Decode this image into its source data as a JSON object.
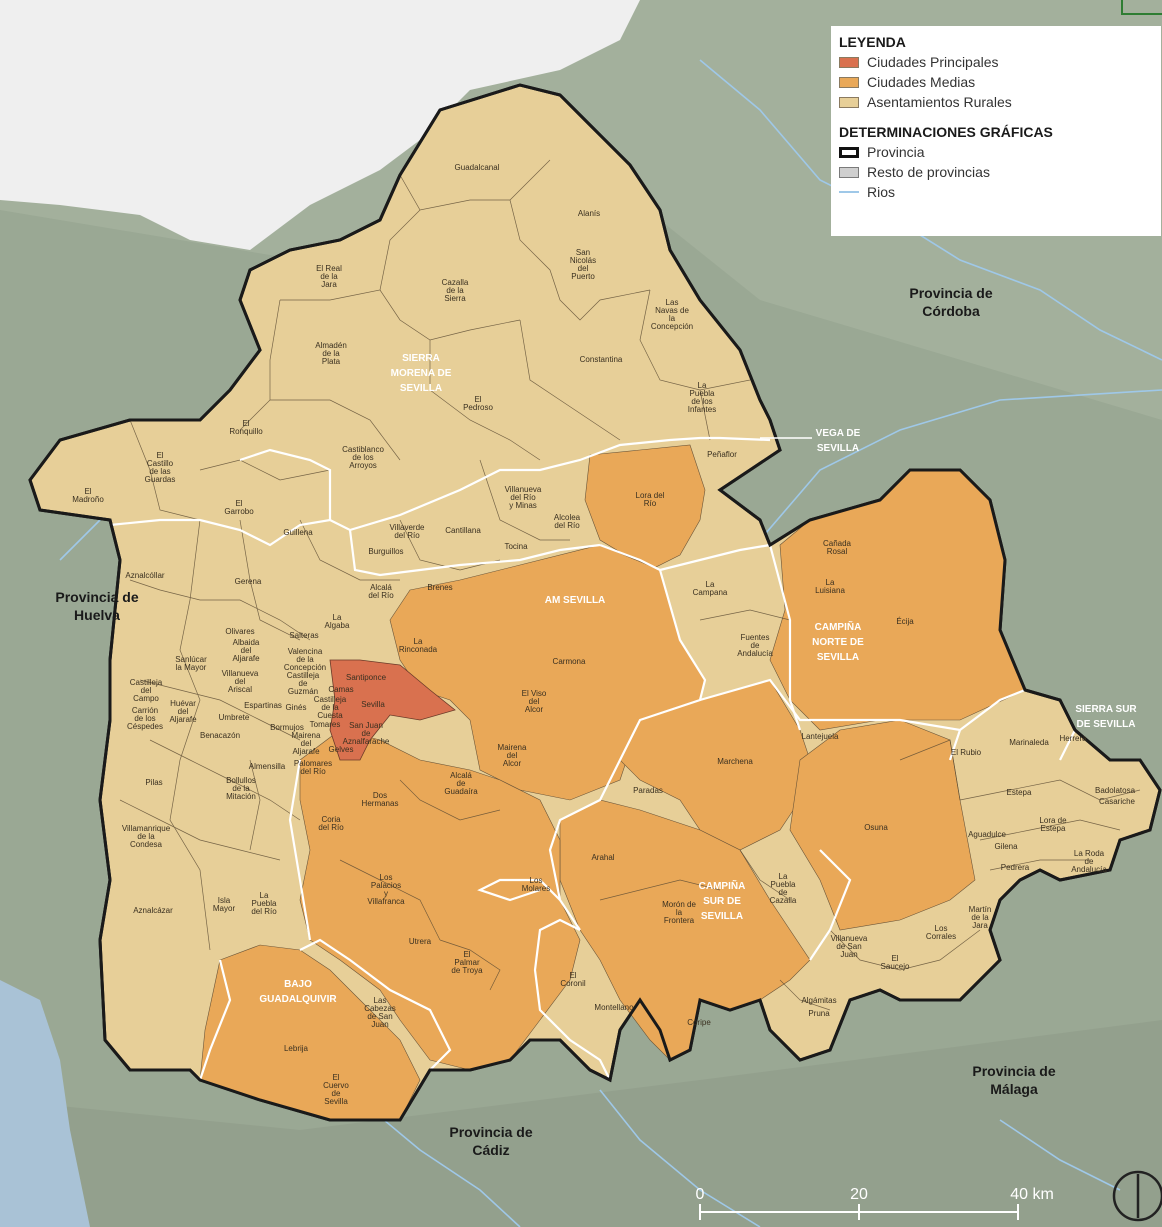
{
  "legend": {
    "title": "LEYENDA",
    "items": [
      {
        "label": "Ciudades Principales",
        "color": "#d9714f"
      },
      {
        "label": "Ciudades Medias",
        "color": "#e9a858"
      },
      {
        "label": "Asentamientos Rurales",
        "color": "#e7cf98"
      }
    ],
    "graphics_title": "DETERMINACIONES GRÁFICAS",
    "graphics": [
      {
        "label": "Provincia"
      },
      {
        "label": "Resto de provincias"
      },
      {
        "label": "Rios"
      }
    ]
  },
  "provinces": {
    "huelva": [
      "Provincia de",
      "Huelva"
    ],
    "cordoba": [
      "Provincia de",
      "Córdoba"
    ],
    "cadiz": [
      "Provincia de",
      "Cádiz"
    ],
    "malaga": [
      "Provincia de",
      "Málaga"
    ]
  },
  "regions": {
    "sierra_morena": [
      "SIERRA",
      "MORENA DE",
      "SEVILLA"
    ],
    "vega": [
      "VEGA DE",
      "SEVILLA"
    ],
    "am_sevilla": "AM SEVILLA",
    "campina_norte": [
      "CAMPIÑA",
      "NORTE DE",
      "SEVILLA"
    ],
    "sierra_sur": [
      "SIERRA SUR",
      "DE SEVILLA"
    ],
    "campina_sur": [
      "CAMPIÑA",
      "SUR DE",
      "SEVILLA"
    ],
    "bajo_guadalquivir": [
      "BAJO",
      "GUADALQUIVIR"
    ]
  },
  "towns": {
    "guadalcanal": "Guadalcanal",
    "alanis": "Alanís",
    "san_nicolas": [
      "San",
      "Nicolás",
      "del",
      "Puerto"
    ],
    "el_real": [
      "El Real",
      "de la",
      "Jara"
    ],
    "cazalla": [
      "Cazalla",
      "de la",
      "Sierra"
    ],
    "navas": [
      "Las",
      "Navas de",
      "la",
      "Concepción"
    ],
    "almaden": [
      "Almadén",
      "de la",
      "Plata"
    ],
    "constantina": "Constantina",
    "el_pedroso": [
      "El",
      "Pedroso"
    ],
    "puebla_infantes": [
      "La",
      "Puebla",
      "de los",
      "Infantes"
    ],
    "ronquillo": [
      "El",
      "Ronquillo"
    ],
    "castillo_guardas": [
      "El",
      "Castillo",
      "de las",
      "Guardas"
    ],
    "castiblanco": [
      "Castiblanco",
      "de los",
      "Arroyos"
    ],
    "penaflor": "Peñaflor",
    "madrono": [
      "El",
      "Madroño"
    ],
    "garrobo": [
      "El",
      "Garrobo"
    ],
    "villanueva_rio": [
      "Villanueva",
      "del Río",
      "y Minas"
    ],
    "lora_rio": [
      "Lora del",
      "Río"
    ],
    "guillena": "Guillena",
    "villaverde": [
      "Villaverde",
      "del Río"
    ],
    "cantillana": "Cantillana",
    "alcolea": [
      "Alcolea",
      "del Río"
    ],
    "burguillos": "Burguillos",
    "tocina": "Tocina",
    "canada_rosal": [
      "Cañada",
      "Rosal"
    ],
    "aznalcollar": "Aznalcóllar",
    "gerena": "Gerena",
    "alcala_rio": [
      "Alcalá",
      "del Río"
    ],
    "brenes": "Brenes",
    "la_campana": [
      "La",
      "Campana"
    ],
    "la_luisiana": [
      "La",
      "Luisiana"
    ],
    "ecija": "Écija",
    "algaba": [
      "La",
      "Algaba"
    ],
    "rinconada": [
      "La",
      "Rinconada"
    ],
    "fuentes": [
      "Fuentes",
      "de",
      "Andalucía"
    ],
    "salteras": "Salteras",
    "olivares": "Olivares",
    "albaida": [
      "Albaida",
      "del",
      "Aljarafe"
    ],
    "valencina": [
      "Valencina",
      "de la",
      "Concepción"
    ],
    "sanlucar": [
      "Sanlúcar",
      "la Mayor"
    ],
    "castilleja_guzman": [
      "Castilleja",
      "de",
      "Guzmán"
    ],
    "santiponce": "Santiponce",
    "carmona": "Carmona",
    "camas": "Camas",
    "sevilla": "Sevilla",
    "villanueva_ariscal": [
      "Villanueva",
      "del",
      "Ariscal"
    ],
    "castilleja_campo": [
      "Castilleja",
      "del",
      "Campo"
    ],
    "huevar": [
      "Huévar",
      "del",
      "Aljarafe"
    ],
    "espartinas": "Espartinas",
    "gines": "Ginés",
    "castilleja_cuesta": [
      "Castilleja",
      "de la",
      "Cuesta"
    ],
    "viso": [
      "El Viso",
      "del",
      "Alcor"
    ],
    "carrion": [
      "Carrión",
      "de los",
      "Céspedes"
    ],
    "umbrete": "Umbrete",
    "bormujos": "Bormujos",
    "tomares": "Tomares",
    "san_juan": [
      "San Juan",
      "de",
      "Aznalfarache"
    ],
    "lantejuela": "Lantejuela",
    "benacazon": "Benacazón",
    "mairena_aljarafe": [
      "Mairena",
      "del",
      "Aljarafe"
    ],
    "gelves": "Gelves",
    "marchena": "Marchena",
    "el_rubio": "El Rubio",
    "marinaleda": "Marinaleda",
    "herrera": "Herrera",
    "almensilla": "Almensilla",
    "palomares": [
      "Palomares",
      "del Río"
    ],
    "mairena_alcor": [
      "Mairena",
      "del",
      "Alcor"
    ],
    "pilas": "Pilas",
    "bollullos": [
      "Bollullos",
      "de la",
      "Mitación"
    ],
    "alcala_guadaira": [
      "Alcalá",
      "de",
      "Guadaíra"
    ],
    "paradas": "Paradas",
    "estepa": "Estepa",
    "badolatosa": "Badolatosa",
    "casariche": "Casariche",
    "dos_hermanas": [
      "Dos",
      "Hermanas"
    ],
    "villamanrique": [
      "Villamanrique",
      "de la",
      "Condesa"
    ],
    "coria": [
      "Coria",
      "del Río"
    ],
    "osuna": "Osuna",
    "lora_estepa": [
      "Lora de",
      "Estepa"
    ],
    "aguadulce": "Aguadulce",
    "gilena": "Gilena",
    "pedrera": "Pedrera",
    "roda": [
      "La Roda",
      "de",
      "Andalucía"
    ],
    "arahal": "Arahal",
    "los_molares": [
      "Los",
      "Molares"
    ],
    "los_palacios": [
      "Los",
      "Palacios",
      "y",
      "Villafranca"
    ],
    "puebla_cazalla": [
      "La",
      "Puebla",
      "de",
      "Cazalla"
    ],
    "aznalcazar": "Aznalcázar",
    "isla_mayor": [
      "Isla",
      "Mayor"
    ],
    "puebla_rio": [
      "La",
      "Puebla",
      "del Río"
    ],
    "moron": [
      "Morón de",
      "la",
      "Frontera"
    ],
    "martin_jara": [
      "Martín",
      "de la",
      "Jara"
    ],
    "los_corrales": [
      "Los",
      "Corrales"
    ],
    "utrera": "Utrera",
    "villanueva_sanjuan": [
      "Villanueva",
      "de San",
      "Juan"
    ],
    "el_saucejo": [
      "El",
      "Saucejo"
    ],
    "palmar_troya": [
      "El",
      "Palmar",
      "de Troya"
    ],
    "coronil": [
      "El",
      "Coronil"
    ],
    "cabezas": [
      "Las",
      "Cabezas",
      "de San",
      "Juan"
    ],
    "montellano": "Montellano",
    "algamitas": "Algámitas",
    "pruna": "Pruna",
    "coripe": "Coripe",
    "lebrija": "Lebrija",
    "cuervo": [
      "El",
      "Cuervo",
      "de",
      "Sevilla"
    ]
  },
  "scale": {
    "labels": [
      "0",
      "20",
      "40 km"
    ]
  },
  "colors": {
    "principal": "#d9714f",
    "media": "#e9a858",
    "rural": "#e7cf98",
    "terrain": "#9aa894",
    "water": "#a9c2d6",
    "province_border": "#1a1a1a",
    "region_border": "#ffffff"
  },
  "icons": [
    "north-arrow-icon"
  ]
}
